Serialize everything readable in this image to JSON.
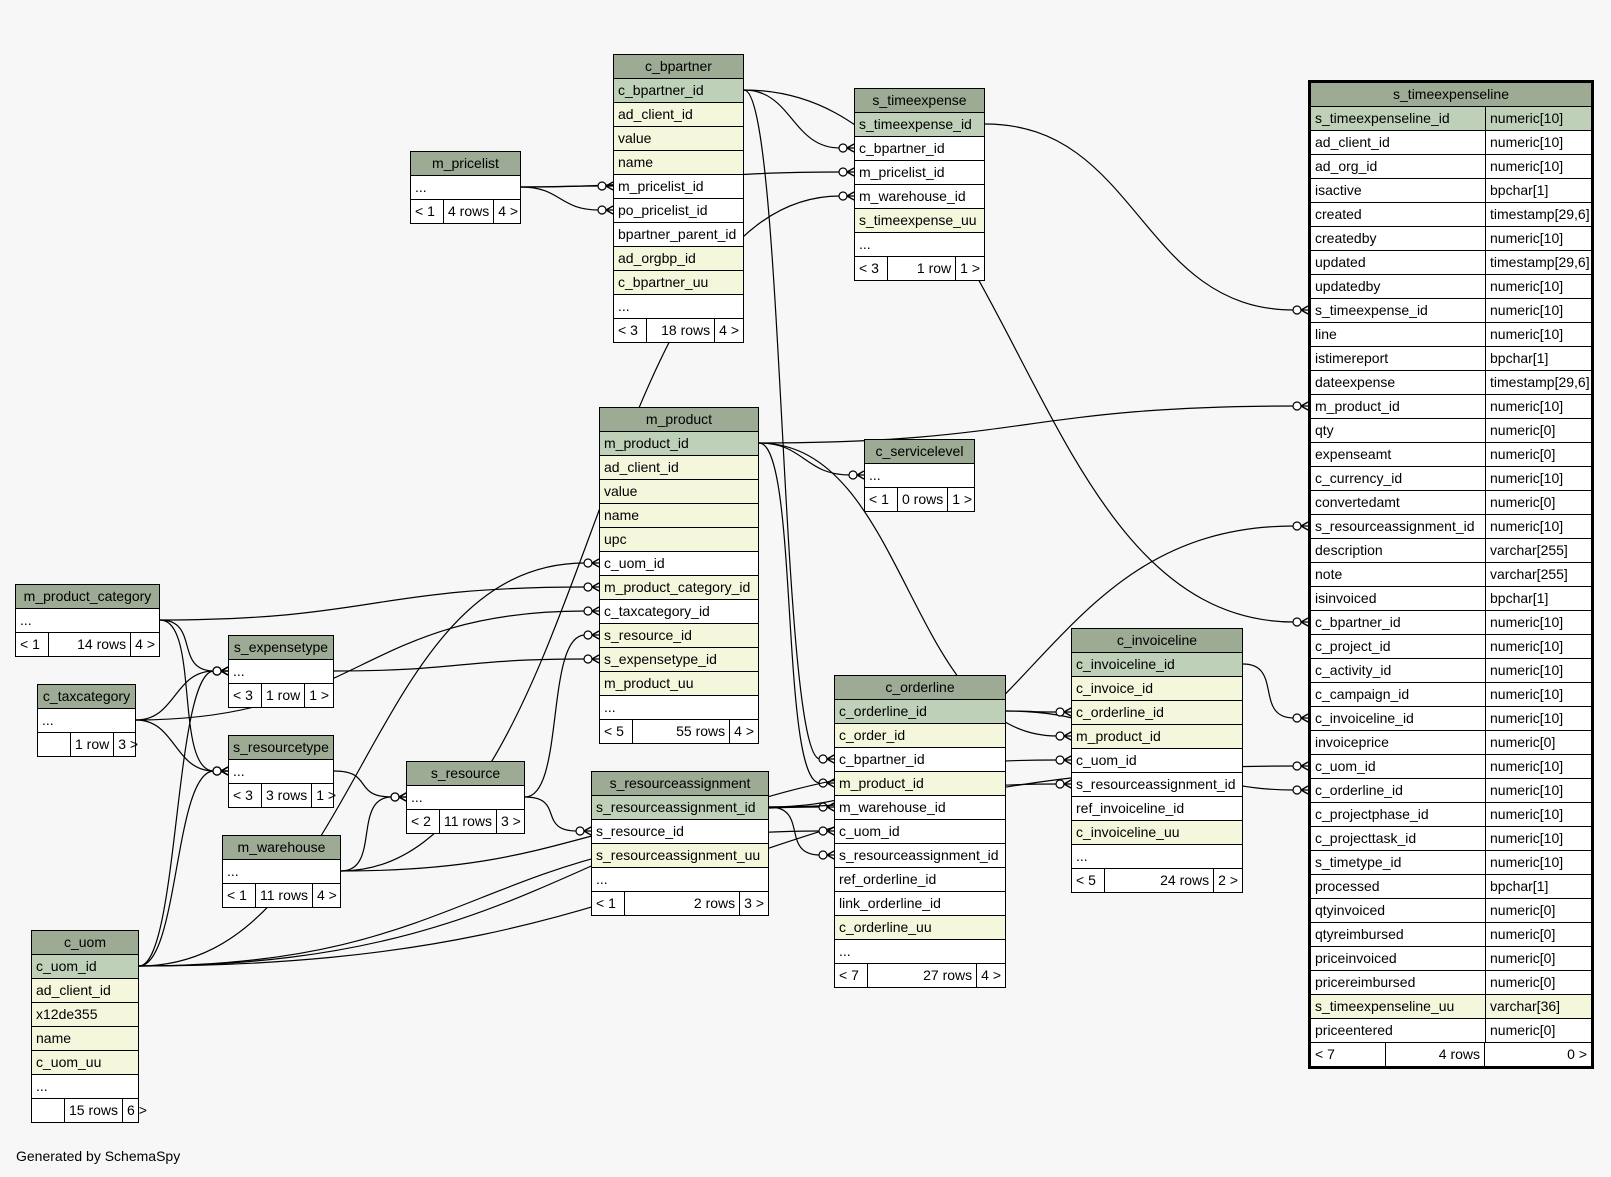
{
  "footer": "Generated by SchemaSpy",
  "tables": {
    "m_pricelist": {
      "name": "m_pricelist",
      "rows": [
        {
          "c": "...",
          "k": "n"
        }
      ],
      "footer": [
        "< 1",
        "4 rows",
        "4 >"
      ]
    },
    "c_bpartner": {
      "name": "c_bpartner",
      "rows": [
        {
          "c": "c_bpartner_id",
          "k": "pk"
        },
        {
          "c": "ad_client_id",
          "k": "idx"
        },
        {
          "c": "value",
          "k": "idx"
        },
        {
          "c": "name",
          "k": "idx"
        },
        {
          "c": "m_pricelist_id",
          "k": "n"
        },
        {
          "c": "po_pricelist_id",
          "k": "n"
        },
        {
          "c": "bpartner_parent_id",
          "k": "n"
        },
        {
          "c": "ad_orgbp_id",
          "k": "idx"
        },
        {
          "c": "c_bpartner_uu",
          "k": "idx"
        },
        {
          "c": "...",
          "k": "n"
        }
      ],
      "footer": [
        "< 3",
        "18 rows",
        "4 >"
      ]
    },
    "s_timeexpense": {
      "name": "s_timeexpense",
      "rows": [
        {
          "c": "s_timeexpense_id",
          "k": "pk"
        },
        {
          "c": "c_bpartner_id",
          "k": "n"
        },
        {
          "c": "m_pricelist_id",
          "k": "n"
        },
        {
          "c": "m_warehouse_id",
          "k": "n"
        },
        {
          "c": "s_timeexpense_uu",
          "k": "idx"
        },
        {
          "c": "...",
          "k": "n"
        }
      ],
      "footer": [
        "< 3",
        "1 row",
        "1 >"
      ]
    },
    "m_product": {
      "name": "m_product",
      "rows": [
        {
          "c": "m_product_id",
          "k": "pk"
        },
        {
          "c": "ad_client_id",
          "k": "idx"
        },
        {
          "c": "value",
          "k": "idx"
        },
        {
          "c": "name",
          "k": "idx"
        },
        {
          "c": "upc",
          "k": "idx"
        },
        {
          "c": "c_uom_id",
          "k": "n"
        },
        {
          "c": "m_product_category_id",
          "k": "idx"
        },
        {
          "c": "c_taxcategory_id",
          "k": "n"
        },
        {
          "c": "s_resource_id",
          "k": "idx"
        },
        {
          "c": "s_expensetype_id",
          "k": "idx"
        },
        {
          "c": "m_product_uu",
          "k": "idx"
        },
        {
          "c": "...",
          "k": "n"
        }
      ],
      "footer": [
        "< 5",
        "55 rows",
        "4 >"
      ]
    },
    "c_servicelevel": {
      "name": "c_servicelevel",
      "rows": [
        {
          "c": "...",
          "k": "n"
        }
      ],
      "footer": [
        "< 1",
        "0 rows",
        "1 >"
      ]
    },
    "m_product_category": {
      "name": "m_product_category",
      "rows": [
        {
          "c": "...",
          "k": "n"
        }
      ],
      "footer": [
        "< 1",
        "14 rows",
        "4 >"
      ]
    },
    "c_taxcategory": {
      "name": "c_taxcategory",
      "rows": [
        {
          "c": "...",
          "k": "n"
        }
      ],
      "footer": [
        "",
        "1 row",
        "3 >"
      ]
    },
    "s_expensetype": {
      "name": "s_expensetype",
      "rows": [
        {
          "c": "...",
          "k": "n"
        }
      ],
      "footer": [
        "< 3",
        "1 row",
        "1 >"
      ]
    },
    "s_resourcetype": {
      "name": "s_resourcetype",
      "rows": [
        {
          "c": "...",
          "k": "n"
        }
      ],
      "footer": [
        "< 3",
        "3 rows",
        "1 >"
      ]
    },
    "s_resource": {
      "name": "s_resource",
      "rows": [
        {
          "c": "...",
          "k": "n"
        }
      ],
      "footer": [
        "< 2",
        "11 rows",
        "3 >"
      ]
    },
    "m_warehouse": {
      "name": "m_warehouse",
      "rows": [
        {
          "c": "...",
          "k": "n"
        }
      ],
      "footer": [
        "< 1",
        "11 rows",
        "4 >"
      ]
    },
    "s_resourceassignment": {
      "name": "s_resourceassignment",
      "rows": [
        {
          "c": "s_resourceassignment_id",
          "k": "pk"
        },
        {
          "c": "s_resource_id",
          "k": "n"
        },
        {
          "c": "s_resourceassignment_uu",
          "k": "idx"
        },
        {
          "c": "...",
          "k": "n"
        }
      ],
      "footer": [
        "< 1",
        "2 rows",
        "3 >"
      ]
    },
    "c_orderline": {
      "name": "c_orderline",
      "rows": [
        {
          "c": "c_orderline_id",
          "k": "pk"
        },
        {
          "c": "c_order_id",
          "k": "idx"
        },
        {
          "c": "c_bpartner_id",
          "k": "n"
        },
        {
          "c": "m_product_id",
          "k": "idx"
        },
        {
          "c": "m_warehouse_id",
          "k": "n"
        },
        {
          "c": "c_uom_id",
          "k": "n"
        },
        {
          "c": "s_resourceassignment_id",
          "k": "n"
        },
        {
          "c": "ref_orderline_id",
          "k": "n"
        },
        {
          "c": "link_orderline_id",
          "k": "n"
        },
        {
          "c": "c_orderline_uu",
          "k": "idx"
        },
        {
          "c": "...",
          "k": "n"
        }
      ],
      "footer": [
        "< 7",
        "27 rows",
        "4 >"
      ]
    },
    "c_invoiceline": {
      "name": "c_invoiceline",
      "rows": [
        {
          "c": "c_invoiceline_id",
          "k": "pk"
        },
        {
          "c": "c_invoice_id",
          "k": "idx"
        },
        {
          "c": "c_orderline_id",
          "k": "idx"
        },
        {
          "c": "m_product_id",
          "k": "idx"
        },
        {
          "c": "c_uom_id",
          "k": "n"
        },
        {
          "c": "s_resourceassignment_id",
          "k": "n"
        },
        {
          "c": "ref_invoiceline_id",
          "k": "n"
        },
        {
          "c": "c_invoiceline_uu",
          "k": "idx"
        },
        {
          "c": "...",
          "k": "n"
        }
      ],
      "footer": [
        "< 5",
        "24 rows",
        "2 >"
      ]
    },
    "c_uom": {
      "name": "c_uom",
      "rows": [
        {
          "c": "c_uom_id",
          "k": "pk"
        },
        {
          "c": "ad_client_id",
          "k": "idx"
        },
        {
          "c": "x12de355",
          "k": "idx"
        },
        {
          "c": "name",
          "k": "idx"
        },
        {
          "c": "c_uom_uu",
          "k": "idx"
        },
        {
          "c": "...",
          "k": "n"
        }
      ],
      "footer": [
        "",
        "15 rows",
        "6 >"
      ]
    },
    "s_timeexpenseline": {
      "name": "s_timeexpenseline",
      "rows": [
        {
          "c": "s_timeexpenseline_id",
          "t": "numeric[10]",
          "k": "pk"
        },
        {
          "c": "ad_client_id",
          "t": "numeric[10]",
          "k": "n"
        },
        {
          "c": "ad_org_id",
          "t": "numeric[10]",
          "k": "n"
        },
        {
          "c": "isactive",
          "t": "bpchar[1]",
          "k": "n"
        },
        {
          "c": "created",
          "t": "timestamp[29,6]",
          "k": "n"
        },
        {
          "c": "createdby",
          "t": "numeric[10]",
          "k": "n"
        },
        {
          "c": "updated",
          "t": "timestamp[29,6]",
          "k": "n"
        },
        {
          "c": "updatedby",
          "t": "numeric[10]",
          "k": "n"
        },
        {
          "c": "s_timeexpense_id",
          "t": "numeric[10]",
          "k": "n"
        },
        {
          "c": "line",
          "t": "numeric[10]",
          "k": "n"
        },
        {
          "c": "istimereport",
          "t": "bpchar[1]",
          "k": "n"
        },
        {
          "c": "dateexpense",
          "t": "timestamp[29,6]",
          "k": "n"
        },
        {
          "c": "m_product_id",
          "t": "numeric[10]",
          "k": "n"
        },
        {
          "c": "qty",
          "t": "numeric[0]",
          "k": "n"
        },
        {
          "c": "expenseamt",
          "t": "numeric[0]",
          "k": "n"
        },
        {
          "c": "c_currency_id",
          "t": "numeric[10]",
          "k": "n"
        },
        {
          "c": "convertedamt",
          "t": "numeric[0]",
          "k": "n"
        },
        {
          "c": "s_resourceassignment_id",
          "t": "numeric[10]",
          "k": "n"
        },
        {
          "c": "description",
          "t": "varchar[255]",
          "k": "n"
        },
        {
          "c": "note",
          "t": "varchar[255]",
          "k": "n"
        },
        {
          "c": "isinvoiced",
          "t": "bpchar[1]",
          "k": "n"
        },
        {
          "c": "c_bpartner_id",
          "t": "numeric[10]",
          "k": "n"
        },
        {
          "c": "c_project_id",
          "t": "numeric[10]",
          "k": "n"
        },
        {
          "c": "c_activity_id",
          "t": "numeric[10]",
          "k": "n"
        },
        {
          "c": "c_campaign_id",
          "t": "numeric[10]",
          "k": "n"
        },
        {
          "c": "c_invoiceline_id",
          "t": "numeric[10]",
          "k": "n"
        },
        {
          "c": "invoiceprice",
          "t": "numeric[0]",
          "k": "n"
        },
        {
          "c": "c_uom_id",
          "t": "numeric[10]",
          "k": "n"
        },
        {
          "c": "c_orderline_id",
          "t": "numeric[10]",
          "k": "n"
        },
        {
          "c": "c_projectphase_id",
          "t": "numeric[10]",
          "k": "n"
        },
        {
          "c": "c_projecttask_id",
          "t": "numeric[10]",
          "k": "n"
        },
        {
          "c": "s_timetype_id",
          "t": "numeric[10]",
          "k": "n"
        },
        {
          "c": "processed",
          "t": "bpchar[1]",
          "k": "n"
        },
        {
          "c": "qtyinvoiced",
          "t": "numeric[0]",
          "k": "n"
        },
        {
          "c": "qtyreimbursed",
          "t": "numeric[0]",
          "k": "n"
        },
        {
          "c": "priceinvoiced",
          "t": "numeric[0]",
          "k": "n"
        },
        {
          "c": "pricereimbursed",
          "t": "numeric[0]",
          "k": "n"
        },
        {
          "c": "s_timeexpenseline_uu",
          "t": "varchar[36]",
          "k": "idx"
        },
        {
          "c": "priceentered",
          "t": "numeric[0]",
          "k": "n"
        }
      ],
      "footer": [
        "< 7",
        "4 rows",
        "0 >"
      ]
    }
  },
  "relations": [
    {
      "from": "c_bpartner.0",
      "to": "s_timeexpense.1"
    },
    {
      "from": "m_pricelist.0",
      "to": "s_timeexpense.2"
    },
    {
      "from": "m_warehouse.0",
      "to": "s_timeexpense.3"
    },
    {
      "from": "m_pricelist.0",
      "to": "c_bpartner.4"
    },
    {
      "from": "m_pricelist.0",
      "to": "c_bpartner.5"
    },
    {
      "from": "s_timeexpense.0",
      "to": "s_timeexpenseline.8"
    },
    {
      "from": "m_product.0",
      "to": "s_timeexpenseline.12"
    },
    {
      "from": "s_resourceassignment.0",
      "to": "s_timeexpenseline.17"
    },
    {
      "from": "c_bpartner.0",
      "to": "s_timeexpenseline.21"
    },
    {
      "from": "c_invoiceline.0",
      "to": "s_timeexpenseline.25"
    },
    {
      "from": "c_uom.0",
      "to": "s_timeexpenseline.27"
    },
    {
      "from": "c_orderline.0",
      "to": "s_timeexpenseline.28"
    },
    {
      "from": "m_product.0",
      "to": "c_servicelevel.0"
    },
    {
      "from": "c_uom.0",
      "to": "m_product.5"
    },
    {
      "from": "m_product_category.0",
      "to": "m_product.6"
    },
    {
      "from": "c_taxcategory.0",
      "to": "m_product.7"
    },
    {
      "from": "s_resource.0",
      "to": "m_product.8"
    },
    {
      "from": "s_expensetype.0",
      "to": "m_product.9"
    },
    {
      "from": "m_product_category.0",
      "to": "s_expensetype.0"
    },
    {
      "from": "c_taxcategory.0",
      "to": "s_expensetype.0"
    },
    {
      "from": "c_uom.0",
      "to": "s_expensetype.0"
    },
    {
      "from": "m_product_category.0",
      "to": "s_resourcetype.0"
    },
    {
      "from": "c_taxcategory.0",
      "to": "s_resourcetype.0"
    },
    {
      "from": "c_uom.0",
      "to": "s_resourcetype.0"
    },
    {
      "from": "s_resourcetype.0",
      "to": "s_resource.0"
    },
    {
      "from": "m_warehouse.0",
      "to": "s_resource.0"
    },
    {
      "from": "s_resource.0",
      "to": "s_resourceassignment.1"
    },
    {
      "from": "c_bpartner.0",
      "to": "c_orderline.2"
    },
    {
      "from": "m_product.0",
      "to": "c_orderline.3"
    },
    {
      "from": "m_warehouse.0",
      "to": "c_orderline.4"
    },
    {
      "from": "c_uom.0",
      "to": "c_orderline.5"
    },
    {
      "from": "s_resourceassignment.0",
      "to": "c_orderline.6"
    },
    {
      "from": "c_orderline.0",
      "to": "c_invoiceline.2"
    },
    {
      "from": "m_product.0",
      "to": "c_invoiceline.3"
    },
    {
      "from": "c_uom.0",
      "to": "c_invoiceline.4"
    },
    {
      "from": "s_resourceassignment.0",
      "to": "c_invoiceline.5"
    }
  ]
}
